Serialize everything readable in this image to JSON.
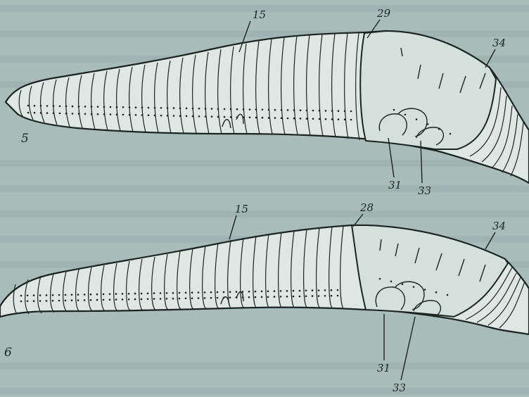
{
  "figures": [
    {
      "number": "5",
      "labels": {
        "l15": "15",
        "l29": "29",
        "l34": "34",
        "l31": "31",
        "l33": "33"
      }
    },
    {
      "number": "6",
      "labels": {
        "l15": "15",
        "l28": "28",
        "l34": "34",
        "l31": "31",
        "l33": "33"
      }
    }
  ],
  "colors": {
    "background": "#a8bcba",
    "worm": "#dde8e4",
    "ink": "#1c2422"
  }
}
